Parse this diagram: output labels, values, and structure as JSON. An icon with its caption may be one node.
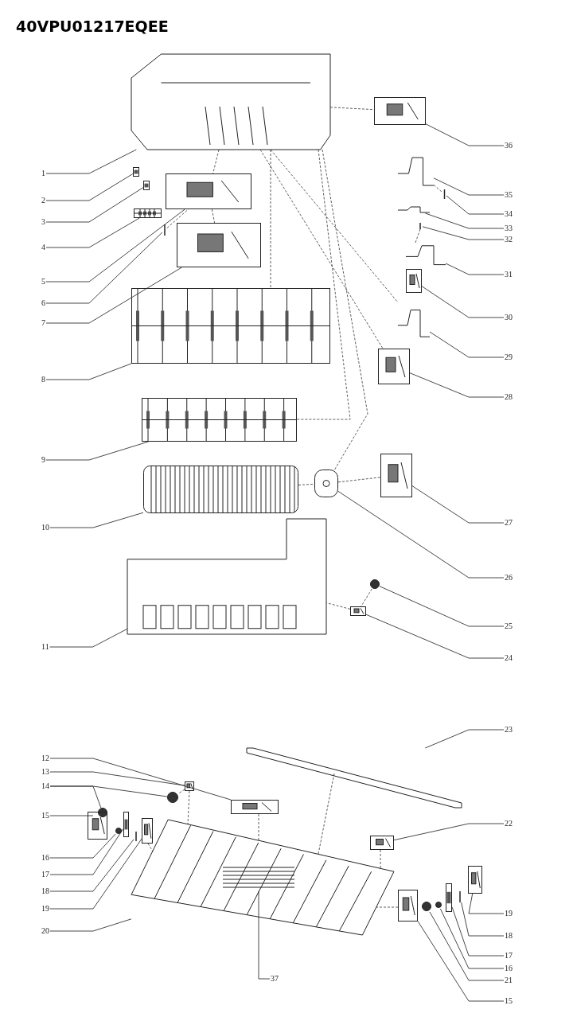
{
  "diagram": {
    "title": "40VPU01217EQEE",
    "nodes": [
      {
        "text": [
          "1"
        ]
      },
      {
        "text": [
          "2"
        ]
      },
      {
        "text": [
          "3"
        ]
      },
      {
        "text": [
          "4"
        ]
      },
      {
        "text": [
          "5"
        ]
      },
      {
        "text": [
          "6"
        ]
      },
      {
        "text": [
          "7"
        ]
      },
      {
        "text": [
          "8"
        ]
      },
      {
        "text": [
          "9"
        ]
      },
      {
        "text": [
          "10"
        ]
      },
      {
        "text": [
          "11"
        ]
      },
      {
        "text": [
          "36"
        ]
      },
      {
        "text": [
          "35"
        ]
      },
      {
        "text": [
          "34"
        ]
      },
      {
        "text": [
          "33"
        ]
      },
      {
        "text": [
          "32"
        ]
      },
      {
        "text": [
          "31"
        ]
      },
      {
        "text": [
          "30"
        ]
      },
      {
        "text": [
          "29"
        ]
      },
      {
        "text": [
          "28"
        ]
      },
      {
        "text": [
          "27"
        ]
      },
      {
        "text": [
          "26"
        ]
      },
      {
        "text": [
          "25"
        ]
      },
      {
        "text": [
          "24"
        ]
      },
      {
        "text": [
          "23"
        ]
      },
      {
        "text": [
          "12"
        ]
      },
      {
        "text": [
          "13"
        ]
      },
      {
        "text": [
          "14"
        ]
      },
      {
        "text": [
          "15"
        ]
      },
      {
        "text": [
          "16"
        ]
      },
      {
        "text": [
          "17"
        ]
      },
      {
        "text": [
          "18"
        ]
      },
      {
        "text": [
          "19"
        ]
      },
      {
        "text": [
          "20"
        ]
      },
      {
        "text": [
          "22"
        ]
      },
      {
        "text": [
          "19"
        ]
      },
      {
        "text": [
          "18"
        ]
      },
      {
        "text": [
          "17"
        ]
      },
      {
        "text": [
          "16"
        ]
      },
      {
        "text": [
          "21"
        ]
      },
      {
        "text": [
          "15"
        ]
      },
      {
        "text": [
          "37"
        ]
      },
      {
        "text": [],
        "shape": "picture"
      },
      {
        "text": [],
        "shape": "picture"
      },
      {
        "text": [],
        "shape": "picture"
      },
      {
        "text": [],
        "shape": "picture"
      },
      {
        "text": [],
        "shape": "picture"
      },
      {
        "text": [],
        "shape": "picture"
      },
      {
        "text": [],
        "shape": "picture"
      },
      {
        "text": [],
        "shape": "picture"
      },
      {
        "text": [],
        "shape": "picture"
      },
      {
        "text": [],
        "shape": "picture"
      },
      {
        "text": [],
        "shape": "picture"
      },
      {
        "text": [],
        "shape": "picture"
      },
      {
        "text": [],
        "shape": "picture"
      },
      {
        "text": [],
        "shape": "picture"
      },
      {
        "text": [],
        "shape": "picture"
      },
      {
        "text": [],
        "shape": "picture"
      },
      {
        "text": [],
        "shape": "picture"
      },
      {
        "text": [],
        "shape": "picture"
      },
      {
        "text": [],
        "shape": "picture"
      },
      {
        "text": [],
        "shape": "picture"
      },
      {
        "text": [],
        "shape": "picture"
      },
      {
        "text": [],
        "shape": "picture"
      },
      {
        "text": [],
        "shape": "circle"
      },
      {
        "text": [],
        "shape": "picture"
      },
      {
        "text": [],
        "shape": "picture"
      },
      {
        "text": [],
        "shape": "picture"
      },
      {
        "text": [],
        "shape": "picture"
      },
      {
        "text": [],
        "shape": "circle"
      },
      {
        "text": [],
        "shape": "circle"
      },
      {
        "text": [],
        "shape": "picture"
      },
      {
        "text": [],
        "shape": "circle"
      },
      {
        "text": [],
        "shape": "picture"
      },
      {
        "text": [],
        "shape": "picture"
      },
      {
        "text": [],
        "shape": "picture"
      },
      {
        "text": [],
        "shape": "picture"
      },
      {
        "text": [],
        "shape": "picture",
        "in": 76
      },
      {
        "text": [],
        "shape": "picture"
      },
      {
        "text": [],
        "shape": "picture"
      },
      {
        "text": [],
        "shape": "circle"
      },
      {
        "text": [],
        "shape": "circle"
      },
      {
        "text": [],
        "shape": "picture"
      },
      {
        "text": [],
        "shape": "picture"
      },
      {
        "text": [],
        "shape": "picture"
      }
    ],
    "edges": [
      {
        "from": 0,
        "to": 42,
        "arrow": "none"
      },
      {
        "from": 1,
        "to": 43,
        "arrow": "none"
      },
      {
        "from": 2,
        "to": 44,
        "arrow": "none"
      },
      {
        "from": 3,
        "to": 45,
        "arrow": "none"
      },
      {
        "from": 4,
        "to": 46,
        "arrow": "none"
      },
      {
        "from": 5,
        "to": 47,
        "arrow": "none"
      },
      {
        "from": 6,
        "to": 48,
        "arrow": "none"
      },
      {
        "from": 7,
        "to": 49,
        "arrow": "none"
      },
      {
        "from": 8,
        "to": 50,
        "arrow": "none"
      },
      {
        "from": 9,
        "to": 51,
        "arrow": "none"
      },
      {
        "from": 10,
        "to": 52,
        "arrow": "none"
      },
      {
        "from": 11,
        "to": 53,
        "arrow": "none"
      },
      {
        "from": 12,
        "to": 54,
        "arrow": "none"
      },
      {
        "from": 13,
        "to": 55,
        "arrow": "none"
      },
      {
        "from": 14,
        "to": 56,
        "arrow": "none"
      },
      {
        "from": 15,
        "to": 57,
        "arrow": "none"
      },
      {
        "from": 16,
        "to": 58,
        "arrow": "none"
      },
      {
        "from": 17,
        "to": 59,
        "arrow": "none"
      },
      {
        "from": 18,
        "to": 60,
        "arrow": "none"
      },
      {
        "from": 19,
        "to": 61,
        "arrow": "none"
      },
      {
        "from": 20,
        "to": 62,
        "arrow": "none"
      },
      {
        "from": 21,
        "to": 63,
        "arrow": "none"
      },
      {
        "from": 22,
        "to": 64,
        "arrow": "none"
      },
      {
        "from": 23,
        "to": 65,
        "arrow": "none"
      },
      {
        "from": 24,
        "to": 66,
        "arrow": "none"
      },
      {
        "from": 25,
        "to": 67,
        "arrow": "none"
      },
      {
        "from": 26,
        "to": 68,
        "arrow": "none"
      },
      {
        "from": 27,
        "to": 69,
        "arrow": "none"
      },
      {
        "from": 27,
        "to": 70,
        "arrow": "none"
      },
      {
        "from": 28,
        "to": 71,
        "arrow": "none"
      },
      {
        "from": 29,
        "to": 72,
        "arrow": "none"
      },
      {
        "from": 30,
        "to": 73,
        "arrow": "none"
      },
      {
        "from": 31,
        "to": 74,
        "arrow": "none"
      },
      {
        "from": 32,
        "to": 75,
        "arrow": "none"
      },
      {
        "from": 33,
        "to": 76,
        "arrow": "none"
      },
      {
        "from": 34,
        "to": 78,
        "arrow": "none"
      },
      {
        "from": 35,
        "to": 84,
        "arrow": "none"
      },
      {
        "from": 36,
        "to": 83,
        "arrow": "none"
      },
      {
        "from": 37,
        "to": 82,
        "arrow": "none"
      },
      {
        "from": 38,
        "to": 81,
        "arrow": "none"
      },
      {
        "from": 39,
        "to": 80,
        "arrow": "none"
      },
      {
        "from": 40,
        "to": 79,
        "arrow": "none"
      },
      {
        "from": 41,
        "to": 77,
        "arrow": "none"
      },
      {
        "from": 42,
        "to": 53,
        "arrow": "none",
        "style": "dashed"
      },
      {
        "from": 42,
        "to": 46,
        "arrow": "none",
        "style": "dashed"
      },
      {
        "from": 42,
        "to": 49,
        "arrow": "none",
        "style": "dashed"
      },
      {
        "from": 42,
        "to": 50,
        "arrow": "none",
        "style": "dashed"
      },
      {
        "from": 42,
        "to": 63,
        "arrow": "none",
        "style": "dashed"
      },
      {
        "from": 42,
        "to": 61,
        "arrow": "none",
        "style": "dashed"
      },
      {
        "from": 42,
        "to": 60,
        "arrow": "none",
        "style": "dashed"
      },
      {
        "from": 46,
        "to": 48,
        "arrow": "none",
        "style": "dashed"
      },
      {
        "from": 47,
        "to": 46,
        "arrow": "none",
        "style": "dashed"
      },
      {
        "from": 51,
        "to": 63,
        "arrow": "none",
        "style": "dashed"
      },
      {
        "from": 63,
        "to": 62,
        "arrow": "none",
        "style": "dashed"
      },
      {
        "from": 64,
        "to": 65,
        "arrow": "none",
        "style": "dashed"
      },
      {
        "from": 65,
        "to": 52,
        "arrow": "none",
        "style": "dashed"
      },
      {
        "from": 54,
        "to": 55,
        "arrow": "none",
        "style": "dashed"
      },
      {
        "from": 57,
        "to": 58,
        "arrow": "none",
        "style": "dashed"
      },
      {
        "from": 66,
        "to": 76,
        "arrow": "none",
        "style": "dashed"
      },
      {
        "from": 67,
        "to": 76,
        "arrow": "none",
        "style": "dashed"
      },
      {
        "from": 68,
        "to": 70,
        "arrow": "none",
        "style": "dashed"
      },
      {
        "from": 68,
        "to": 76,
        "arrow": "none",
        "style": "dashed"
      },
      {
        "from": 75,
        "to": 76,
        "arrow": "none",
        "style": "dashed"
      },
      {
        "from": 78,
        "to": 76,
        "arrow": "none",
        "style": "dashed"
      },
      {
        "from": 79,
        "to": 76,
        "arrow": "none",
        "style": "dashed"
      }
    ]
  }
}
